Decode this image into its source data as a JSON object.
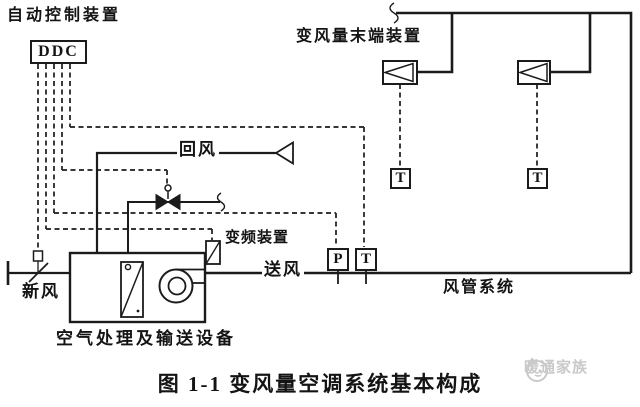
{
  "diagram": {
    "labels": {
      "auto_control": "自动控制装置",
      "ddc": "DDC",
      "vav_terminal": "变风量末端装置",
      "return_air": "回风",
      "vfd": "变频装置",
      "supply_air": "送风",
      "fresh_air": "新风",
      "ahu": "空气处理及输送设备",
      "duct_system": "风管系统"
    },
    "sensors": {
      "pressure_supply": "P",
      "temp_supply": "T",
      "temp_room_1": "T",
      "temp_room_2": "T"
    },
    "caption": "图 1-1  变风量空调系统基本构成",
    "watermark": "暖通家族",
    "colors": {
      "line": "#1b1b1b",
      "background": "#ffffff",
      "watermark": "#c9c9c9"
    }
  }
}
